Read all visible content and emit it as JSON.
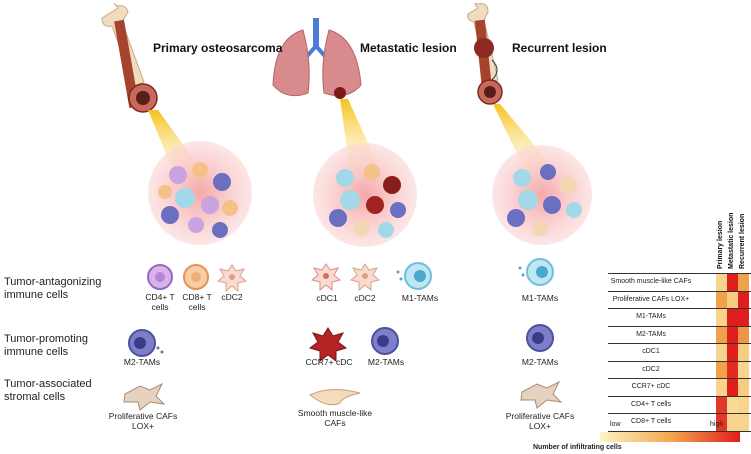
{
  "lesions": {
    "primary": "Primary osteosarcoma",
    "metastatic": "Metastatic lesion",
    "recurrent": "Recurrent lesion"
  },
  "row_labels": {
    "antagonizing": [
      "Tumor-antagonizing",
      "immune cells"
    ],
    "promoting": [
      "Tumor-promoting",
      "immune cells"
    ],
    "stromal": [
      "Tumor-associated",
      "stromal cells"
    ]
  },
  "cells": {
    "cd4": [
      "CD4+ T",
      "cells"
    ],
    "cd8": [
      "CD8+ T",
      "cells"
    ],
    "cdc2": "cDC2",
    "cdc1": "cDC1",
    "m1": "M1-TAMs",
    "m2": "M2-TAMs",
    "ccr7": "CCR7+ cDC",
    "prolif_caf": [
      "Proliferative CAFs",
      "LOX+"
    ],
    "smooth_caf": [
      "Smooth muscle-like",
      "CAFs"
    ]
  },
  "heatmap": {
    "columns": [
      "Primary lesion",
      "Metastatic lesion",
      "Recurrent lesion"
    ],
    "rows": [
      {
        "label": "Smooth muscle-like CAFs",
        "values": [
          0.15,
          1.0,
          0.5
        ]
      },
      {
        "label": "Proliferative CAFs LOX+",
        "values": [
          0.5,
          0.2,
          1.0
        ]
      },
      {
        "label": "M1-TAMs",
        "values": [
          0.15,
          1.0,
          1.0
        ]
      },
      {
        "label": "M2-TAMs",
        "values": [
          0.5,
          1.0,
          0.55
        ]
      },
      {
        "label": "cDC1",
        "values": [
          0.15,
          1.0,
          0.2
        ]
      },
      {
        "label": "cDC2",
        "values": [
          0.5,
          0.95,
          0.15
        ]
      },
      {
        "label": "CCR7+ cDC",
        "values": [
          0.15,
          1.0,
          0.2
        ]
      },
      {
        "label": "CD4+ T cells",
        "values": [
          0.9,
          0.1,
          0.15
        ]
      },
      {
        "label": "CD8+ T cells",
        "values": [
          0.9,
          0.15,
          0.15
        ]
      }
    ],
    "legend": {
      "low": "low",
      "high": "high",
      "title": "Number of infiltrating cells"
    }
  },
  "colors": {
    "low": "#fbe9a8",
    "mid": "#f0a24a",
    "high": "#e01e1e"
  }
}
